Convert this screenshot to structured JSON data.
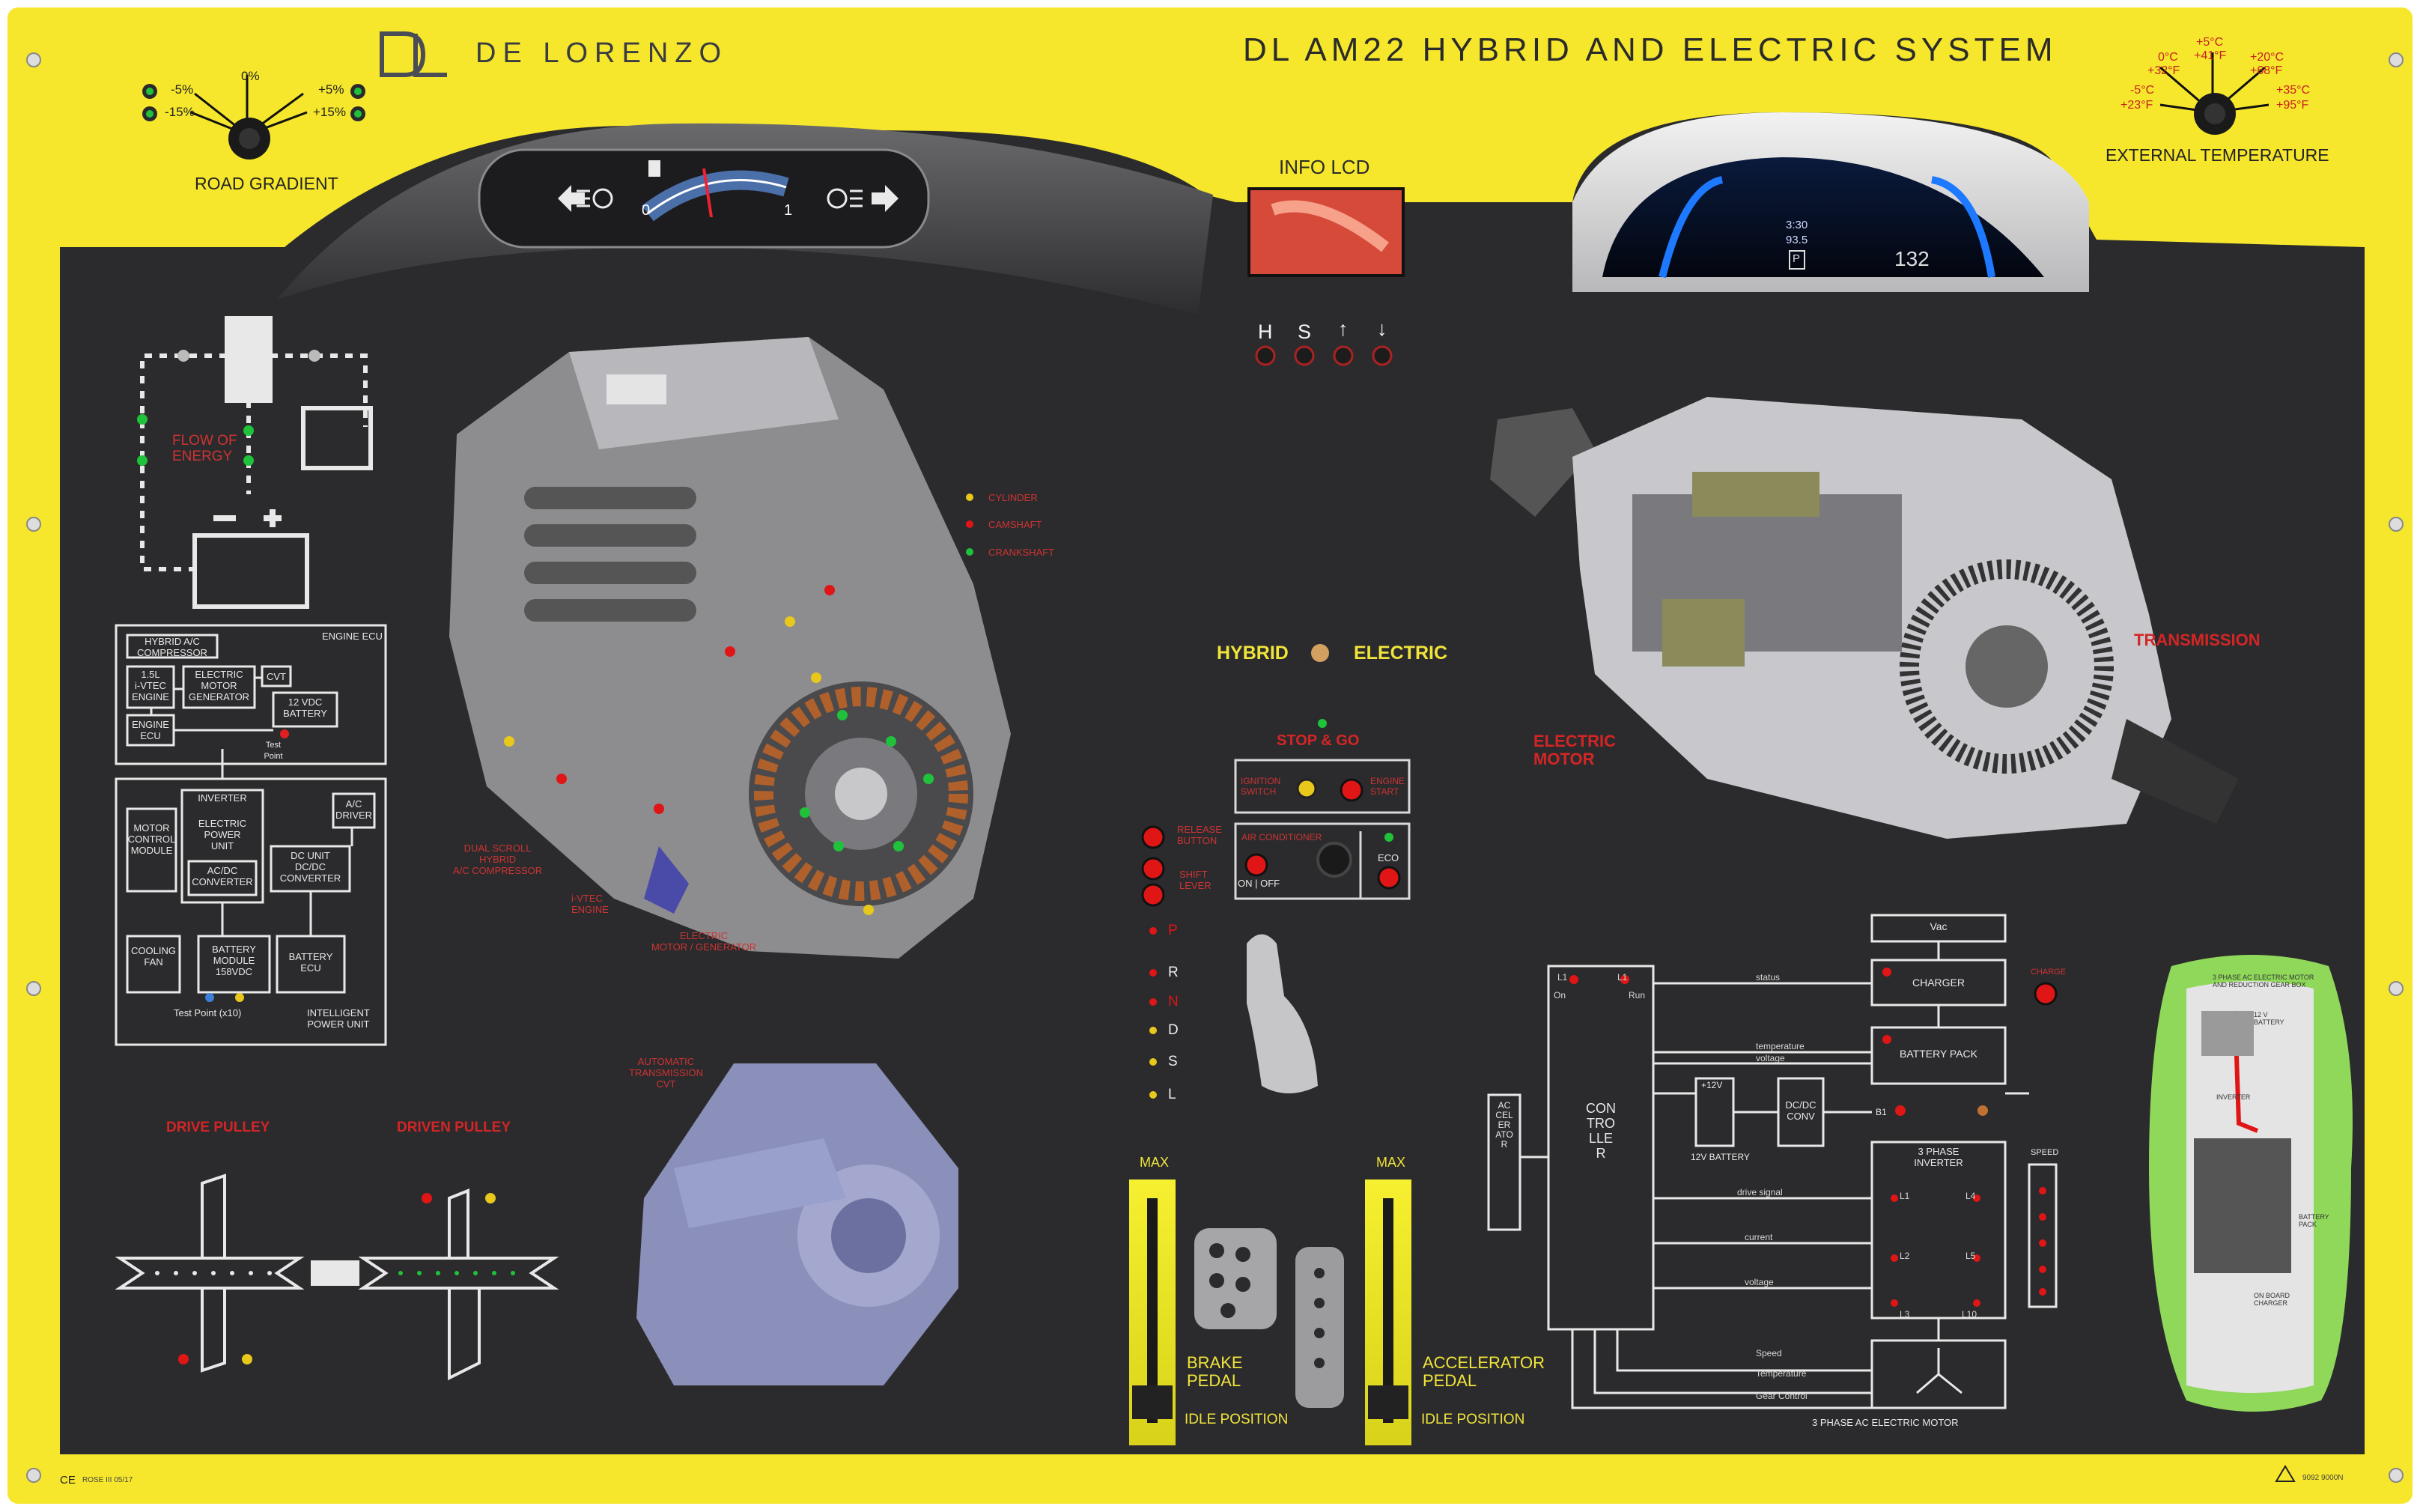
{
  "brand": {
    "name": "DE LORENZO",
    "logo": "DL"
  },
  "title": "DL AM22  HYBRID AND ELECTRIC SYSTEM",
  "road_gradient": {
    "label": "ROAD GRADIENT",
    "positions": [
      "-5%",
      "-15%",
      "0%",
      "+5%",
      "+15%"
    ]
  },
  "external_temperature": {
    "label": "EXTERNAL TEMPERATURE",
    "positions": [
      "+5°C",
      "+41°F",
      "0°C",
      "+32°F",
      "+20°C",
      "+68°F",
      "-5°C",
      "+23°F",
      "+35°C",
      "+95°F"
    ]
  },
  "dashboard": {
    "gauge_min": "0",
    "gauge_max": "1"
  },
  "info_lcd": {
    "label": "INFO LCD"
  },
  "cluster_display": {
    "line1": "3:30",
    "line2": "93.5",
    "odometer": "132",
    "gear": "P"
  },
  "hs_indicators": [
    "H",
    "S",
    "↑",
    "↓"
  ],
  "mode_switch": {
    "left": "HYBRID",
    "right": "ELECTRIC"
  },
  "stop_go": "STOP & GO",
  "ignition": {
    "left": "IGNITION\nSWITCH",
    "right": "ENGINE\nSTART"
  },
  "air_conditioner": {
    "label": "AIR CONDITIONER",
    "on_off": "ON | OFF",
    "eco": "ECO"
  },
  "release_button": "RELEASE\nBUTTON",
  "shift_lever": "SHIFT\nLEVER",
  "gears": [
    "P",
    "R",
    "N",
    "D",
    "S",
    "L"
  ],
  "pedals": {
    "max": "MAX",
    "brake": "BRAKE\nPEDAL",
    "accelerator": "ACCELERATOR\nPEDAL",
    "idle": "IDLE POSITION"
  },
  "flow_of_energy": "FLOW OF\nENERGY",
  "engine_legend": [
    "CYLINDER",
    "CAMSHAFT",
    "CRANKSHAFT"
  ],
  "engine_labels": {
    "compressor": "DUAL SCROLL\nHYBRID\nA/C COMPRESSOR",
    "ivtec": "i-VTEC\nENGINE",
    "motor_gen": "ELECTRIC\nMOTOR / GENERATOR",
    "cvt": "AUTOMATIC\nTRANSMISSION\nCVT"
  },
  "drive_pulley": "DRIVE PULLEY",
  "driven_pulley": "DRIVEN PULLEY",
  "ev_labels": {
    "electric_motor": "ELECTRIC\nMOTOR",
    "transmission": "TRANSMISSION"
  },
  "block_diagram": {
    "top_left": "HYBRID A/C\nCOMPRESSOR",
    "top_right": "ENGINE ECU",
    "engine": "1.5L\ni-VTEC\nENGINE",
    "emg": "ELECTRIC\nMOTOR\nGENERATOR",
    "cvt": "CVT",
    "battery12": "12 VDC\nBATTERY",
    "engine_ecu": "ENGINE\nECU",
    "test_point": "Test\nPoint",
    "inverter": "INVERTER",
    "motor_control": "MOTOR\nCONTROL\nMODULE",
    "epu": "ELECTRIC\nPOWER\nUNIT",
    "acdc": "AC/DC\nCONVERTER",
    "dcunit": "DC UNIT\nDC/DC\nCONVERTER",
    "ac_driver": "A/C\nDRIVER",
    "cooling": "COOLING\nFAN",
    "battery_module": "BATTERY\nMODULE\n158VDC",
    "battery_ecu": "BATTERY\nECU",
    "test_point2": "Test Point (x10)",
    "ipu": "INTELLIGENT\nPOWER UNIT"
  },
  "ev_diagram": {
    "vac": "Vac",
    "charger": "CHARGER",
    "charge": "CHARGE",
    "battery_pack": "BATTERY PACK",
    "controller": "CONTROLLER",
    "accelerator": "ACCELERATOR",
    "battery12": "12V BATTERY",
    "dcdc": "DC/DC\nCONV",
    "inverter": "3 PHASE\nINVERTER",
    "motor": "3 PHASE AC ELECTRIC MOTOR",
    "speed_sensor": "SPEED",
    "signals": [
      "status",
      "temperature",
      "voltage",
      "drive signal",
      "current",
      "voltage",
      "Speed",
      "Temperature",
      "Gear Control"
    ],
    "controller_pins": [
      "L1",
      "L1",
      "On",
      "Run"
    ],
    "inv_pins": [
      "L1",
      "L4",
      "L2",
      "L5",
      "L3",
      "L10"
    ],
    "b1": "B1",
    "v12": "+12V"
  },
  "car_labels": [
    "3 PHASE AC ELECTRIC MOTOR\nAND REDUCTION GEAR BOX",
    "12 V\nBATTERY",
    "INVERTER",
    "BATTERY\nPACK",
    "ON BOARD\nCHARGER"
  ],
  "footer": {
    "ce": "CE",
    "left_code": "ROSE III 05/17",
    "right_code": "9092 9000N"
  },
  "colors": {
    "panel_yellow": "#f6e72c",
    "panel_black": "#2b2b2d",
    "led_red": "#e01515",
    "led_green": "#1fc23a",
    "led_yellow": "#e8c81a",
    "label_red": "#d42525"
  }
}
